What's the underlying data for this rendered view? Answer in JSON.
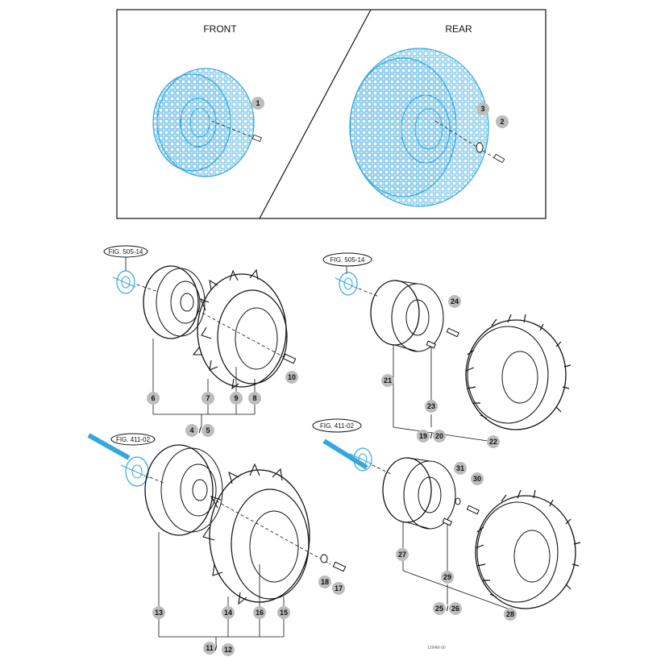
{
  "panel_top": {
    "front_label": "FRONT",
    "rear_label": "REAR"
  },
  "fig_refs": [
    "FIG. 505-14",
    "FIG. 505-14",
    "FIG. 411-02",
    "FIG. 411-02"
  ],
  "callouts": [
    "1",
    "2",
    "3",
    "4",
    "5",
    "6",
    "7",
    "8",
    "9",
    "10",
    "11",
    "12",
    "13",
    "14",
    "15",
    "16",
    "17",
    "18",
    "19",
    "20",
    "21",
    "22",
    "23",
    "24",
    "25",
    "26",
    "27",
    "28",
    "29",
    "30",
    "31"
  ],
  "drawing_number": "1294M-00",
  "colors": {
    "turf_tire": "#35a7dd",
    "hub": "#35a7dd",
    "callout_bubble": "#bdbdbd",
    "line_art": "#111111"
  }
}
